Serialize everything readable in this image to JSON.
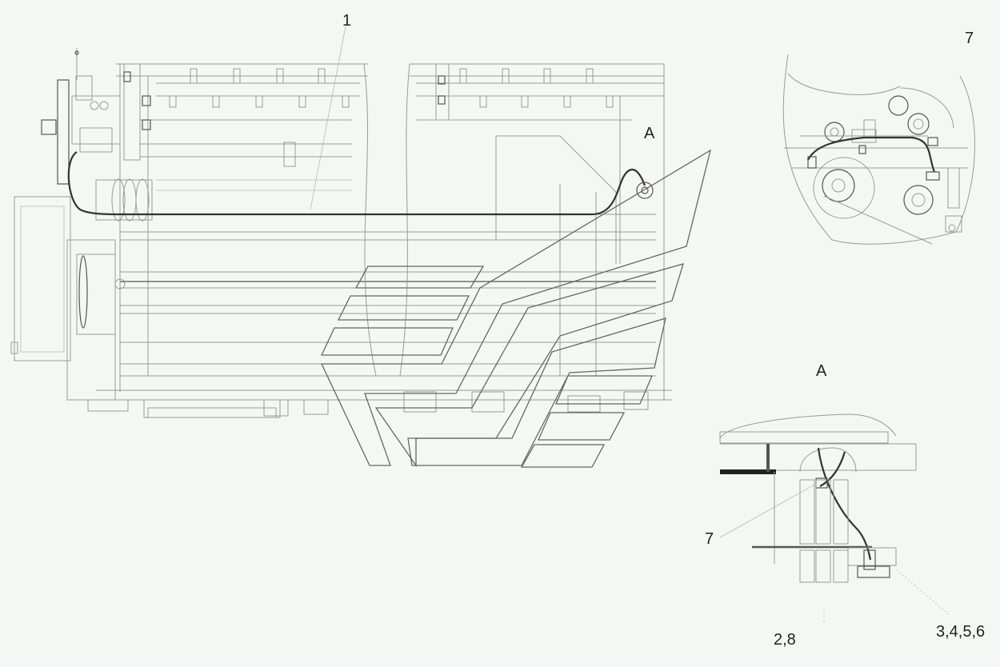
{
  "callouts": {
    "main_hose": "1",
    "detail_top_right": "7",
    "detail_marker_a": "A",
    "detail_a_title": "A",
    "detail_a_item7": "7",
    "detail_a_item28": "2,8",
    "detail_a_item3456": "3,4,5,6"
  },
  "colors": {
    "background": "#f4f8f4",
    "line": "#9a9a9a",
    "dark_line": "#333333"
  }
}
